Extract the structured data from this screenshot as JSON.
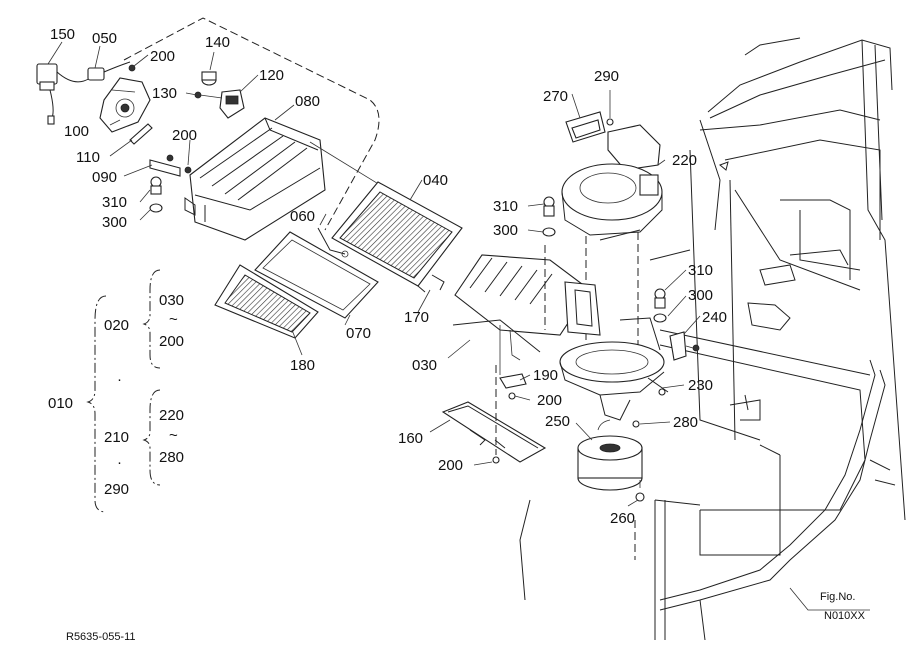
{
  "callouts": [
    {
      "id": "150",
      "label": "150"
    },
    {
      "id": "050",
      "label": "050"
    },
    {
      "id": "200a",
      "label": "200"
    },
    {
      "id": "140",
      "label": "140"
    },
    {
      "id": "120",
      "label": "120"
    },
    {
      "id": "130",
      "label": "130"
    },
    {
      "id": "080",
      "label": "080"
    },
    {
      "id": "100",
      "label": "100"
    },
    {
      "id": "200b",
      "label": "200"
    },
    {
      "id": "110",
      "label": "110"
    },
    {
      "id": "090",
      "label": "090"
    },
    {
      "id": "310a",
      "label": "310"
    },
    {
      "id": "300a",
      "label": "300"
    },
    {
      "id": "040",
      "label": "040"
    },
    {
      "id": "060",
      "label": "060"
    },
    {
      "id": "170",
      "label": "170"
    },
    {
      "id": "070",
      "label": "070"
    },
    {
      "id": "180",
      "label": "180"
    },
    {
      "id": "270",
      "label": "270"
    },
    {
      "id": "290a",
      "label": "290"
    },
    {
      "id": "220a",
      "label": "220"
    },
    {
      "id": "310b",
      "label": "310"
    },
    {
      "id": "300b",
      "label": "300"
    },
    {
      "id": "310c",
      "label": "310"
    },
    {
      "id": "300c",
      "label": "300"
    },
    {
      "id": "240",
      "label": "240"
    },
    {
      "id": "030a",
      "label": "030"
    },
    {
      "id": "190",
      "label": "190"
    },
    {
      "id": "200c",
      "label": "200"
    },
    {
      "id": "230",
      "label": "230"
    },
    {
      "id": "160",
      "label": "160"
    },
    {
      "id": "250",
      "label": "250"
    },
    {
      "id": "280a",
      "label": "280"
    },
    {
      "id": "200d",
      "label": "200"
    },
    {
      "id": "260",
      "label": "260"
    }
  ],
  "legend": {
    "top_group": "010",
    "sub_group_a": "020",
    "range_a_start": "030",
    "range_a_end": "200",
    "tilde": "~",
    "dot": "·",
    "mid_item": "210",
    "last_item": "290",
    "range_b_start": "220",
    "range_b_end": "280"
  },
  "fig_caption": "Fig.No.",
  "fig_number": "N010XX",
  "drawing_code": "R5635-055-11"
}
